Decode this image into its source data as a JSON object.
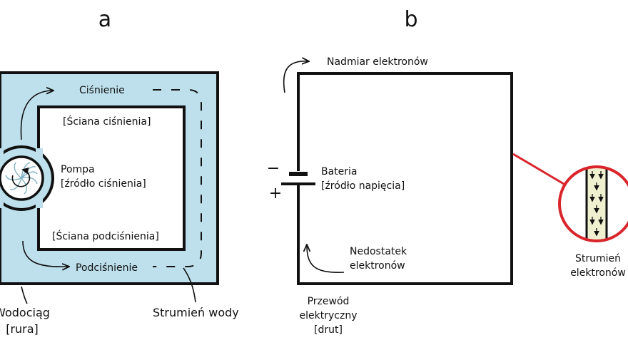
{
  "panels": {
    "a": {
      "letter": "a",
      "pressure_label": "Ciśnienie",
      "pressure_wall_label": "[Ściana ciśnienia]",
      "pump_label_1": "Pompa",
      "pump_label_2": "[źródło ciśnienia]",
      "vacuum_wall_label": "[Ściana podciśnienia]",
      "vacuum_label": "Podciśnienie",
      "pipe_label_1": "Wodociąg",
      "pipe_label_2": "[rura]",
      "flow_label": "Strumień wody"
    },
    "b": {
      "letter": "b",
      "excess_label": "Nadmiar elektronów",
      "minus_sign": "−",
      "plus_sign": "+",
      "battery_label_1": "Bateria",
      "battery_label_2": "[źródło napięcia]",
      "deficit_label_1": "Nedostatek",
      "deficit_label_2": "elektronów",
      "wire_label_1": "Przewód",
      "wire_label_2": "elektryczny",
      "wire_label_3": "[drut]",
      "stream_label_1": "Strumień",
      "stream_label_2": "elektronów"
    }
  },
  "colors": {
    "water": "#bde0ec",
    "line": "#111111",
    "zoom_ring": "#d9252b",
    "wire_fill": "#eef0cf"
  }
}
